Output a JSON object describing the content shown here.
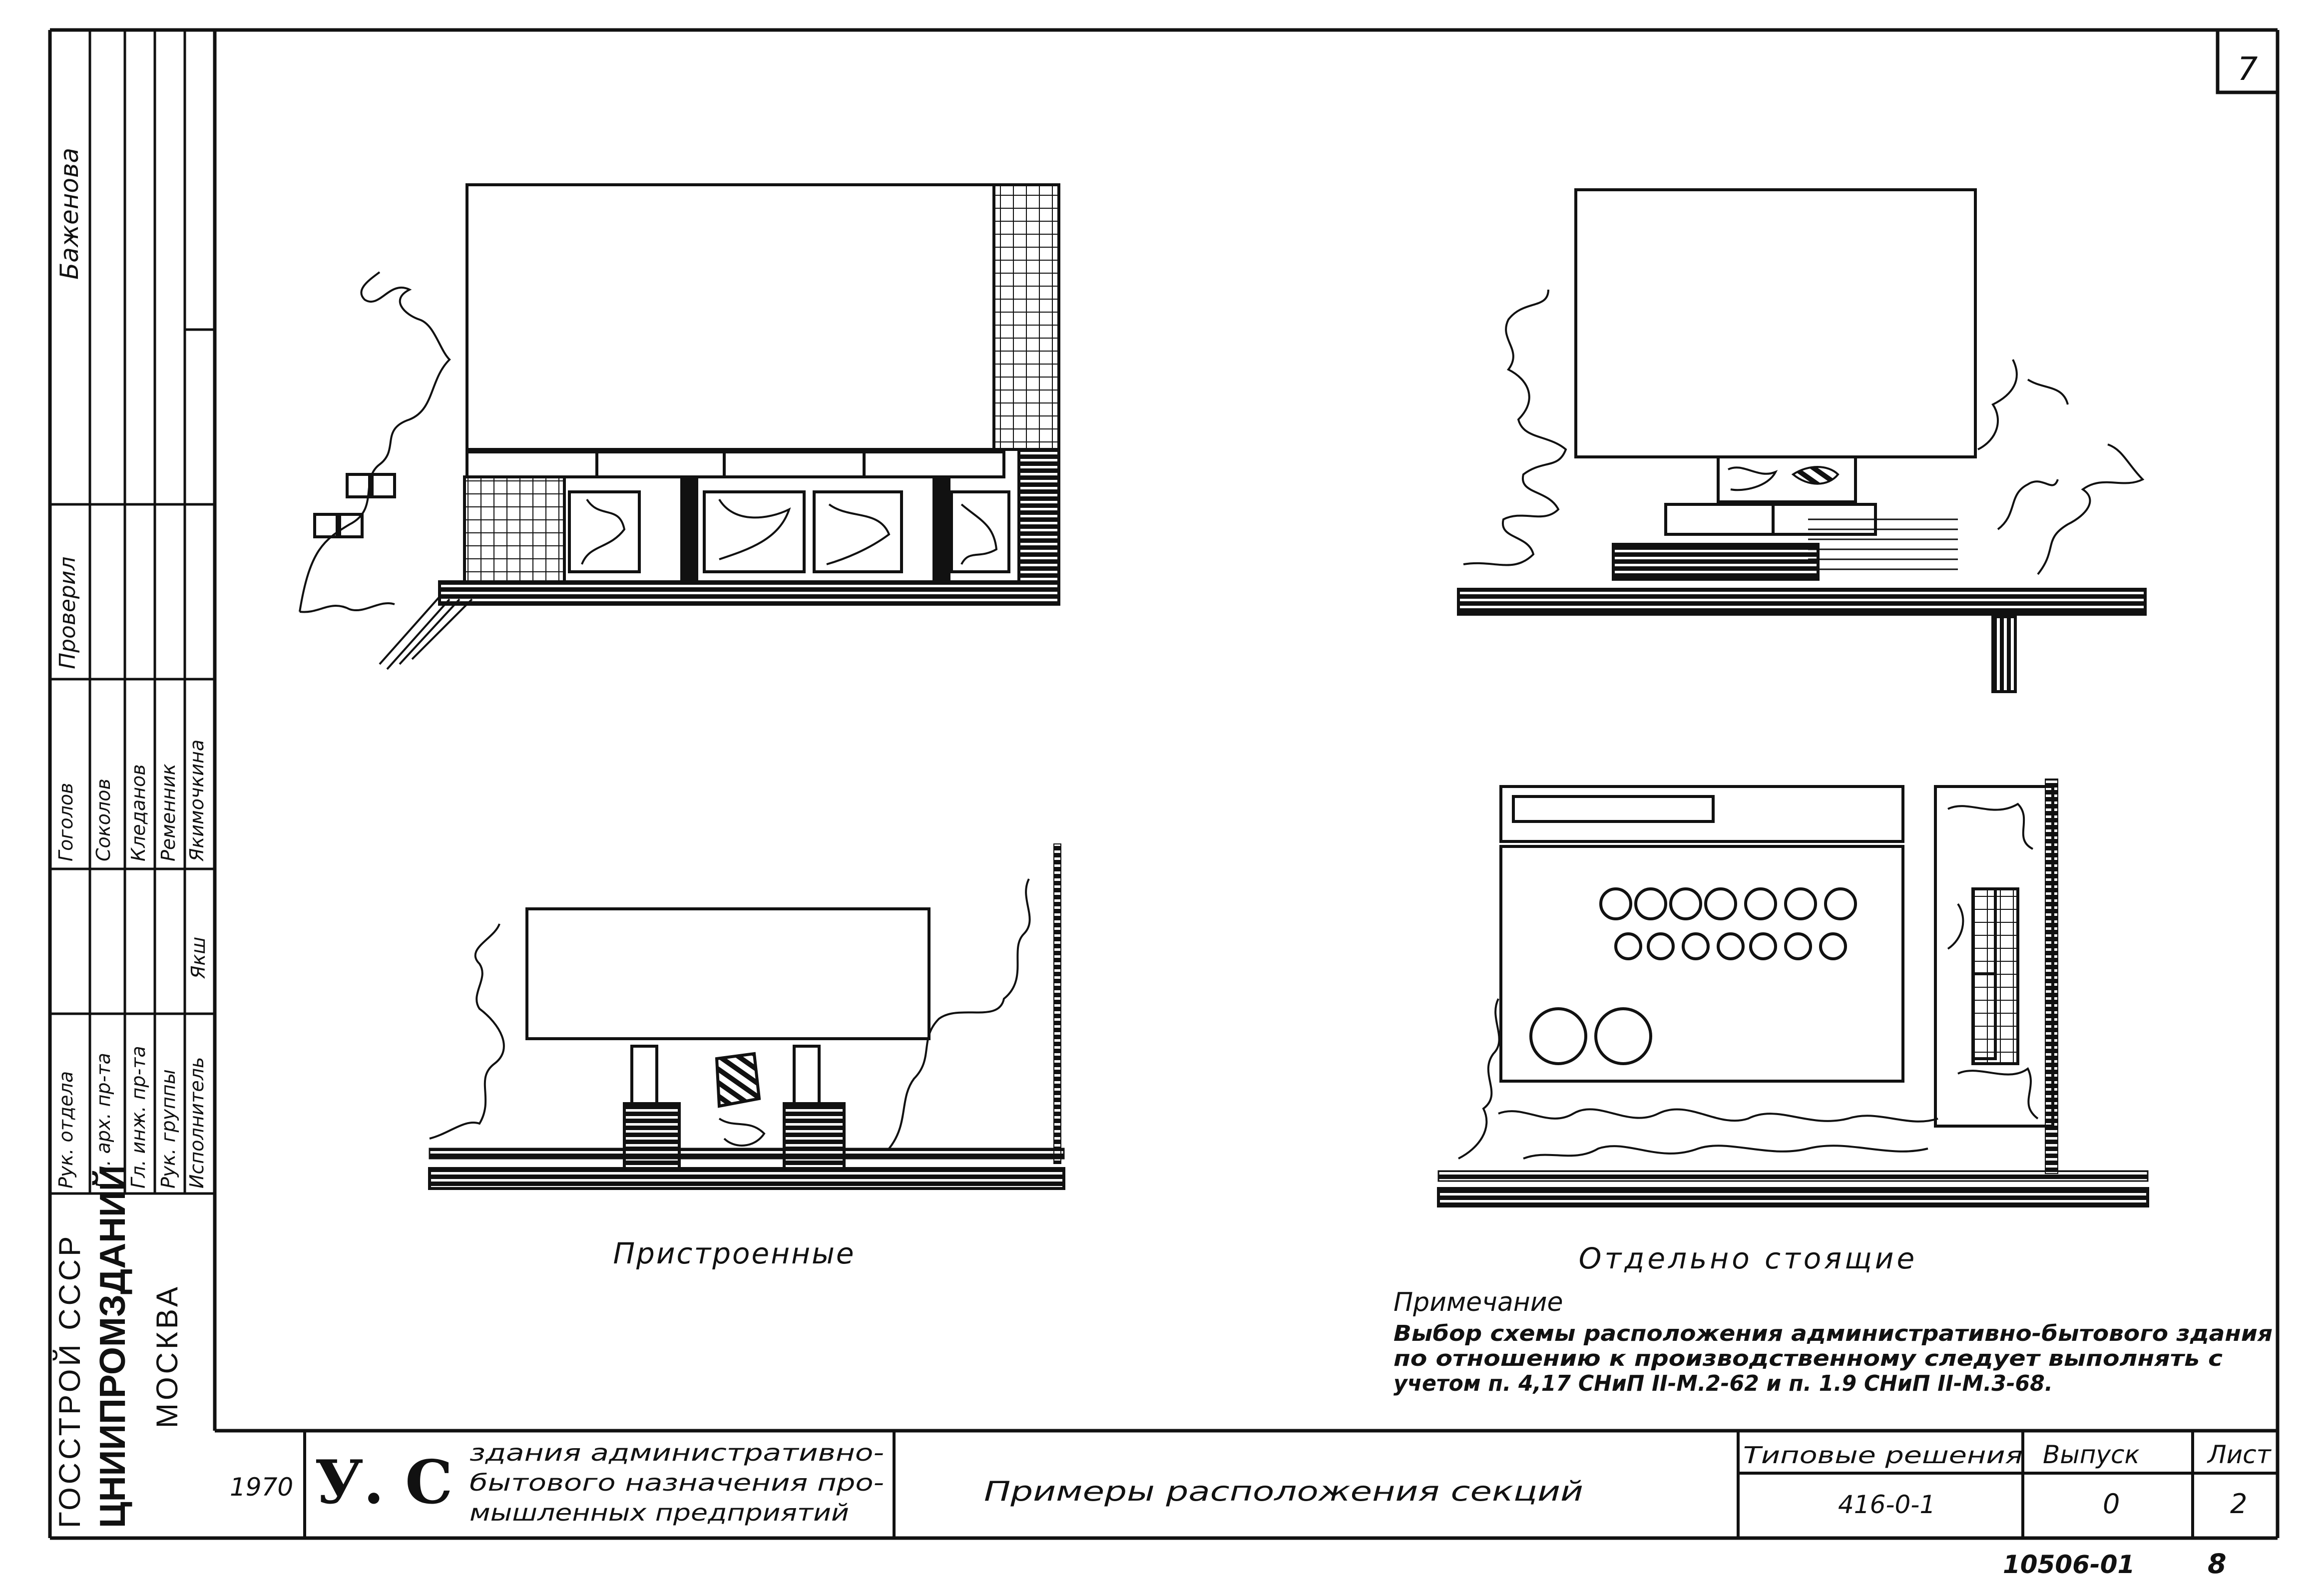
{
  "sheet": {
    "page_number": "7",
    "bottom_code": "10506-01",
    "bottom_page": "8"
  },
  "drawings": {
    "caption_left": "Пристроенные",
    "caption_right": "Отдельно стоящие"
  },
  "note": {
    "title": "Примечание",
    "lines": [
      "Выбор схемы расположения административно-бытового здания",
      "по отношению к производственному следует выполнять с",
      "учетом п. 4,17 СНиП II-М.2-62 и п. 1.9 СНиП II-М.3-68."
    ]
  },
  "side_stamp": {
    "org_line1": "ГОССТРОЙ СССР",
    "org_line2": "ЦНИИПРОМЗДАНИЙ",
    "org_line3": "МОСКВА",
    "roles": [
      "Рук. отдела",
      "Гл. арх. пр-та",
      "Гл. инж. пр-та",
      "Рук. группы",
      "Исполнитель"
    ],
    "signatures": [
      "",
      "",
      "",
      "",
      "Якш"
    ],
    "names": [
      "Гоголов",
      "Соколов",
      "Кледанов",
      "Ременник",
      "Якимочкина"
    ],
    "checked_label": "Проверил",
    "checked_name": "Баженова"
  },
  "title_block": {
    "year": "1970",
    "mark": "У. С",
    "subject_lines": [
      "здания административно-",
      "бытового назначения про-",
      "мышленных предприятий"
    ],
    "sheet_title": "Примеры расположения секций",
    "series_label": "Типовые решения",
    "series_value": "416-0-1",
    "issue_label": "Выпуск",
    "issue_value": "0",
    "sheet_label": "Лист",
    "sheet_value": "2"
  }
}
